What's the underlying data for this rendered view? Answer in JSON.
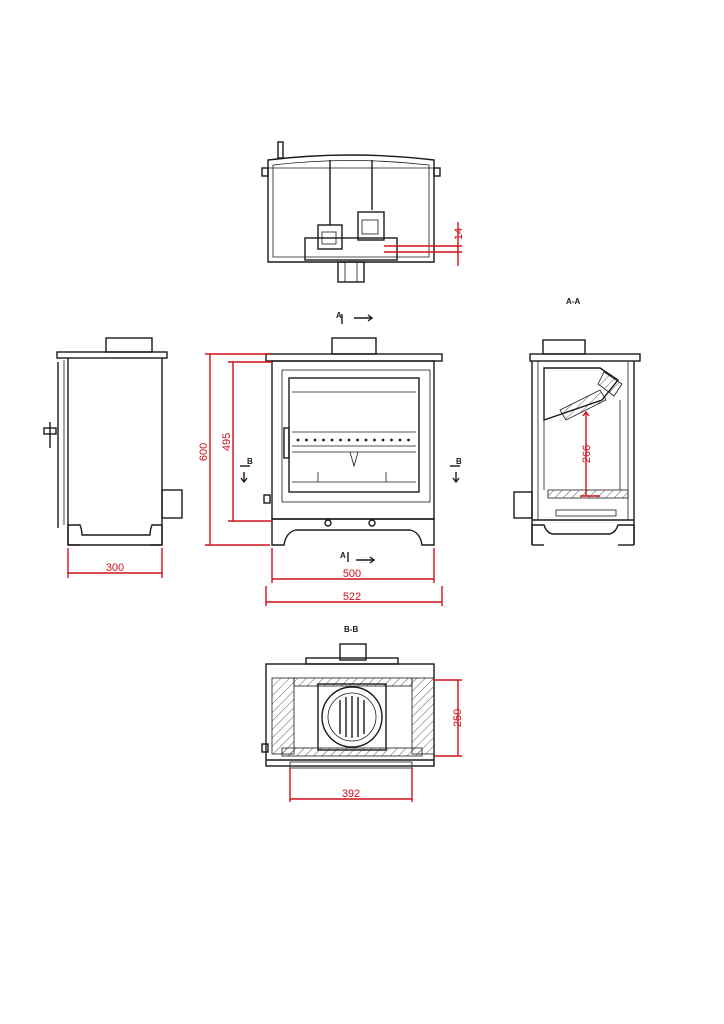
{
  "colors": {
    "outline": "#1a1a1a",
    "dimension": "#d0101a",
    "background": "#ffffff"
  },
  "dimensions": {
    "top_view_offset": "14",
    "side_depth": "300",
    "front_height_total": "600",
    "front_height_body": "495",
    "front_width_body": "500",
    "front_width_total": "522",
    "section_height": "266",
    "plan_depth": "250",
    "plan_width": "392"
  },
  "section_tags": {
    "a_top": "A",
    "a_bottom": "A",
    "b_left": "B",
    "b_right": "B",
    "aa_title": "A-A",
    "bb_title": "B-B"
  }
}
